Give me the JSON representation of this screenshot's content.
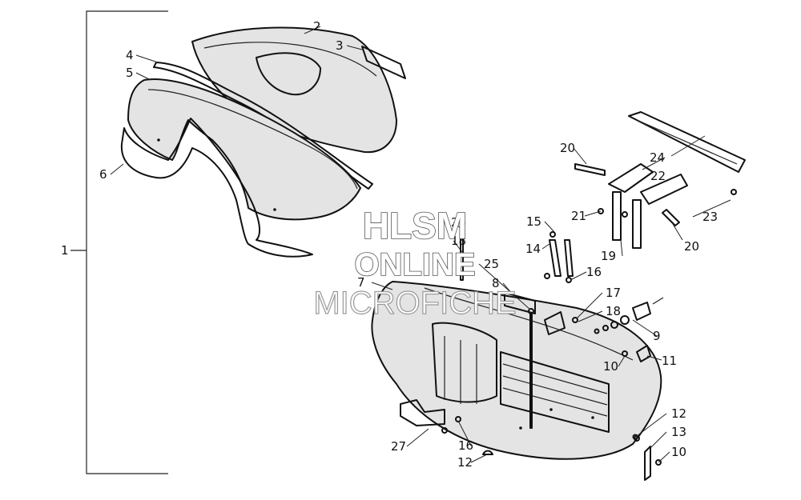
{
  "watermark": {
    "line1": "HLSM",
    "line2": "ONLINE",
    "line3": "MICROFICHE"
  },
  "callouts": {
    "c1": "1",
    "c2": "2",
    "c3": "3",
    "c4": "4",
    "c5": "5",
    "c6": "6",
    "c7": "7",
    "c8": "8",
    "c9": "9",
    "c10a": "10",
    "c10b": "10",
    "c11": "11",
    "c12a": "12",
    "c12b": "12",
    "c13": "13",
    "c14": "14",
    "c15": "15",
    "c16a": "16",
    "c16b": "16",
    "c17": "17",
    "c18a": "18",
    "c18b": "18",
    "c19": "19",
    "c20a": "20",
    "c20b": "20",
    "c21": "21",
    "c22": "22",
    "c23": "23",
    "c24": "24",
    "c25": "25",
    "c26": "26",
    "c27": "27"
  }
}
